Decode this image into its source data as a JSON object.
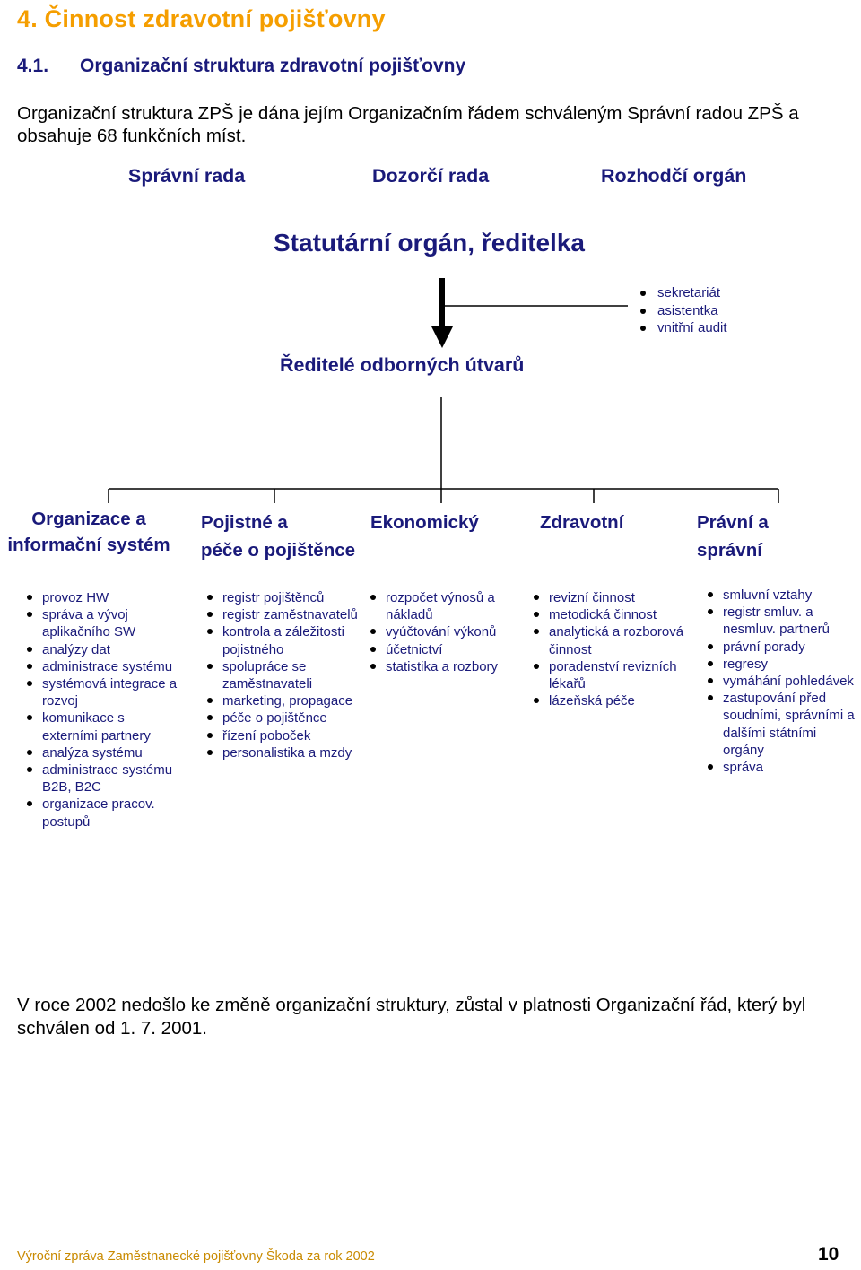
{
  "heading": "4. Činnost zdravotní pojišťovny",
  "subheading": {
    "number": "4.1.",
    "title": "Organizační struktura zdravotní pojišťovny"
  },
  "intro": "Organizační struktura ZPŠ je dána jejím Organizačním řádem schváleným Správní radou ZPŠ a obsahuje 68 funkčních míst.",
  "boards": [
    "Správní rada",
    "Dozorčí rada",
    "Rozhodčí orgán"
  ],
  "statutory": "Statutární orgán, ředitelka",
  "staff_units": [
    "sekretariát",
    "asistentka",
    "vnitřní audit"
  ],
  "directors": "Ředitelé odborných útvarů",
  "departments": [
    {
      "lines": [
        "Organizace a",
        "informační systém"
      ],
      "duties": [
        "provoz HW",
        "správa a vývoj aplikačního SW",
        "analýzy dat",
        "administrace systému",
        "systémová integrace a rozvoj",
        "komunikace s externími partnery",
        "analýza systému",
        "administrace systému B2B, B2C",
        "organizace pracov. postupů"
      ]
    },
    {
      "lines": [
        "Pojistné a",
        "péče o pojištěnce"
      ],
      "duties": [
        "registr pojištěnců",
        "registr zaměstnavatelů",
        "kontrola a záležitosti pojistného",
        "spolupráce se zaměstnavateli",
        "marketing, propagace",
        "péče o pojištěnce",
        "řízení poboček",
        "personalistika a mzdy"
      ]
    },
    {
      "lines": [
        "Ekonomický"
      ],
      "duties": [
        "rozpočet výnosů a nákladů",
        "vyúčtování výkonů",
        "účetnictví",
        "statistika a rozbory"
      ]
    },
    {
      "lines": [
        "Zdravotní"
      ],
      "duties": [
        "revizní činnost",
        "metodická činnost",
        "analytická a rozborová činnost",
        "poradenství revizních lékařů",
        "lázeňská péče"
      ]
    },
    {
      "lines": [
        "Právní a",
        "správní"
      ],
      "duties": [
        "smluvní vztahy",
        "registr smluv. a nesmluv. partnerů",
        "právní porady",
        "regresy",
        "vymáhání pohledávek",
        "zastupování před soudními, správními a dalšími státními orgány",
        "správa"
      ]
    }
  ],
  "outro": "V roce 2002 nedošlo ke změně organizační struktury, zůstal v platnosti Organizační řád, který byl schválen od 1. 7. 2001.",
  "footer": {
    "text": "Výroční zpráva Zaměstnanecké pojišťovny Škoda za rok 2002",
    "page": "10"
  },
  "colors": {
    "heading": "#f59e00",
    "text": "#1a1a7a",
    "footer": "#c98a00"
  }
}
